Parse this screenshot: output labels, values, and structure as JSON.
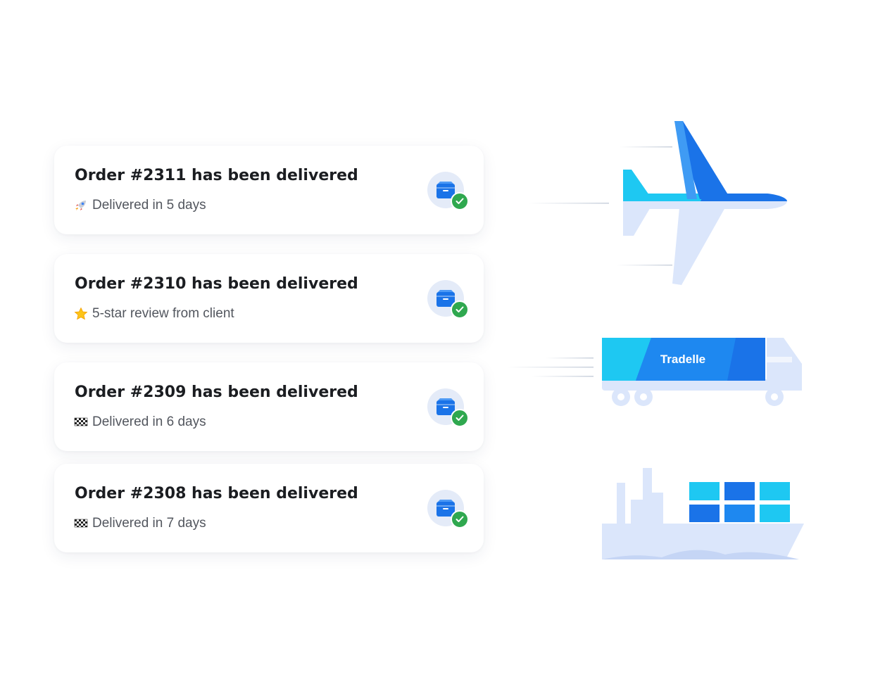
{
  "orders": [
    {
      "title": "Order #2311 has been delivered",
      "subtitle": "Delivered in 5 days",
      "emoji": "rocket-icon"
    },
    {
      "title": "Order #2310 has been delivered",
      "subtitle": "5-star review from client",
      "emoji": "star-icon"
    },
    {
      "title": "Order #2309 has been delivered",
      "subtitle": "Delivered in 6 days",
      "emoji": "checkered-flag-icon"
    },
    {
      "title": "Order #2308 has been delivered",
      "subtitle": "Delivered in 7 days",
      "emoji": "checkered-flag-icon"
    }
  ],
  "truck": {
    "brand": "Tradelle"
  },
  "colors": {
    "accent_blue": "#1a73e8",
    "light_blue": "#00d4ff",
    "pale_blue": "#dbe6fb",
    "check_green": "#2fa84f",
    "status_disc": "#e4ebf8"
  }
}
